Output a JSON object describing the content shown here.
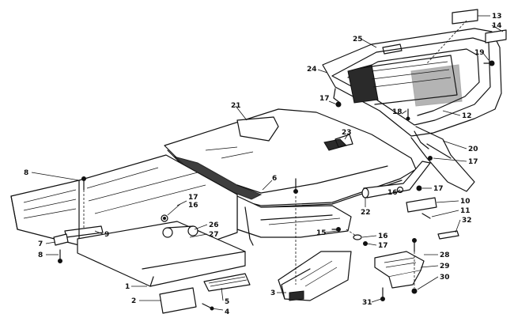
{
  "callouts": [
    {
      "id": "c1",
      "text": "1"
    },
    {
      "id": "c2",
      "text": "2"
    },
    {
      "id": "c3",
      "text": "3"
    },
    {
      "id": "c4",
      "text": "4"
    },
    {
      "id": "c5",
      "text": "5"
    },
    {
      "id": "c6",
      "text": "6"
    },
    {
      "id": "c7",
      "text": "7"
    },
    {
      "id": "c8a",
      "text": "8"
    },
    {
      "id": "c8b",
      "text": "8"
    },
    {
      "id": "c9",
      "text": "9"
    },
    {
      "id": "c10",
      "text": "10"
    },
    {
      "id": "c11",
      "text": "11"
    },
    {
      "id": "c12",
      "text": "12"
    },
    {
      "id": "c13",
      "text": "13"
    },
    {
      "id": "c14",
      "text": "14"
    },
    {
      "id": "c15",
      "text": "15"
    },
    {
      "id": "c16a",
      "text": "16"
    },
    {
      "id": "c16b",
      "text": "16"
    },
    {
      "id": "c16c",
      "text": "16"
    },
    {
      "id": "c17a",
      "text": "17"
    },
    {
      "id": "c17b",
      "text": "17"
    },
    {
      "id": "c17c",
      "text": "17"
    },
    {
      "id": "c17d",
      "text": "17"
    },
    {
      "id": "c17e",
      "text": "17"
    },
    {
      "id": "c18",
      "text": "18"
    },
    {
      "id": "c19",
      "text": "19"
    },
    {
      "id": "c20",
      "text": "20"
    },
    {
      "id": "c21",
      "text": "21"
    },
    {
      "id": "c22",
      "text": "22"
    },
    {
      "id": "c23",
      "text": "23"
    },
    {
      "id": "c24",
      "text": "24"
    },
    {
      "id": "c25",
      "text": "25"
    },
    {
      "id": "c26",
      "text": "26"
    },
    {
      "id": "c27",
      "text": "27"
    },
    {
      "id": "c28",
      "text": "28"
    },
    {
      "id": "c29",
      "text": "29"
    },
    {
      "id": "c30",
      "text": "30"
    },
    {
      "id": "c31",
      "text": "31"
    },
    {
      "id": "c32",
      "text": "32"
    }
  ]
}
